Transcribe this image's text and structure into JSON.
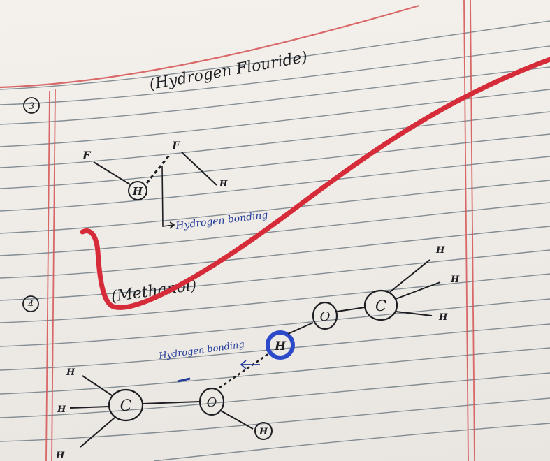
{
  "document": {
    "kind": "handwritten-notebook-page",
    "colors": {
      "paper": "#f1eeea",
      "ruled_line": "#5f6f78",
      "margin_line": "#d65a5a",
      "ink_black": "#1d1d22",
      "ink_blue": "#243c9a",
      "highlight_circle": "#2c49c9",
      "red_pen_stroke": "#d62b39"
    },
    "section_3": {
      "number": "3",
      "title": "(Hydrogen Flouride)",
      "atoms": {
        "f_left": "F",
        "f_right": "F",
        "h_circled": "H",
        "h_right": "H"
      },
      "bond_annotation": "Hydrogen bonding"
    },
    "section_4": {
      "number": "4",
      "title": "(Methanol)",
      "left_methyl_h": [
        "H",
        "H",
        "H"
      ],
      "left_carbon": "C",
      "left_oxygen": "O",
      "left_oh_hydrogen": "H",
      "right_hydrogen_highlighted": "H",
      "right_oxygen": "O",
      "right_carbon": "C",
      "right_methyl_h": [
        "H",
        "H",
        "H"
      ],
      "bond_annotation": "Hydrogen bonding"
    },
    "icons": [
      "red-pen-stroke-icon",
      "circled-atom-icon",
      "bracket-arrow-icon"
    ]
  }
}
